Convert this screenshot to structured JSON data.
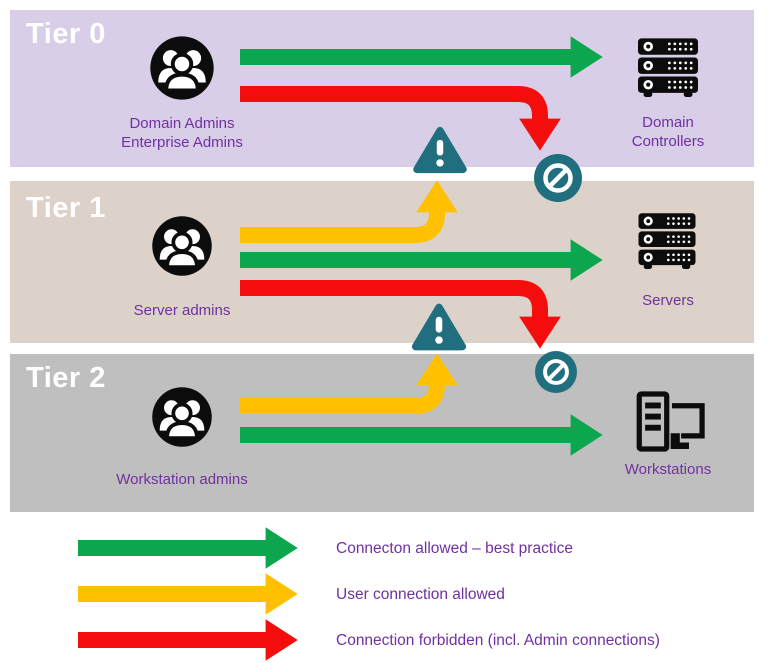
{
  "title": "Active Directory tier model diagram",
  "colors": {
    "arrow_green": "#0ca64e",
    "arrow_yellow": "#ffc000",
    "arrow_red": "#f50d0d",
    "sign_teal": "#206e7e",
    "label_purple": "#7030a0",
    "tier0_bg": "#d8cee7",
    "tier1_bg": "#dcd2ca",
    "tier2_bg": "#bfbfbf",
    "icon_black": "#0c0c0c",
    "tier_title_white": "#ffffff"
  },
  "tiers": [
    {
      "title": "Tier 0",
      "admin": {
        "icon": "admins-group-icon",
        "lines": [
          "Domain Admins",
          "Enterprise Admins"
        ]
      },
      "target": {
        "icon": "server-rack-icon",
        "lines": [
          "Domain",
          "Controllers"
        ]
      },
      "arrows": [
        "green-right-allowed",
        "red-down-forbidden"
      ]
    },
    {
      "title": "Tier 1",
      "admin": {
        "icon": "admins-group-icon",
        "lines": [
          "Server admins"
        ]
      },
      "target": {
        "icon": "server-rack-icon",
        "lines": [
          "Servers"
        ]
      },
      "arrows": [
        "yellow-up-user-allowed",
        "green-right-allowed",
        "red-down-forbidden"
      ]
    },
    {
      "title": "Tier 2",
      "admin": {
        "icon": "admins-group-icon",
        "lines": [
          "Workstation admins"
        ]
      },
      "target": {
        "icon": "workstation-icon",
        "lines": [
          "Workstations"
        ]
      },
      "arrows": [
        "yellow-up-user-allowed",
        "green-right-allowed"
      ]
    }
  ],
  "signs": {
    "warning": "warning-triangle-icon",
    "forbidden": "no-entry-icon"
  },
  "legend": [
    {
      "color": "green",
      "label": "Connecton allowed – best practice"
    },
    {
      "color": "yellow",
      "label": "User connection allowed"
    },
    {
      "color": "red",
      "label": "Connection forbidden (incl. Admin connections)"
    }
  ]
}
